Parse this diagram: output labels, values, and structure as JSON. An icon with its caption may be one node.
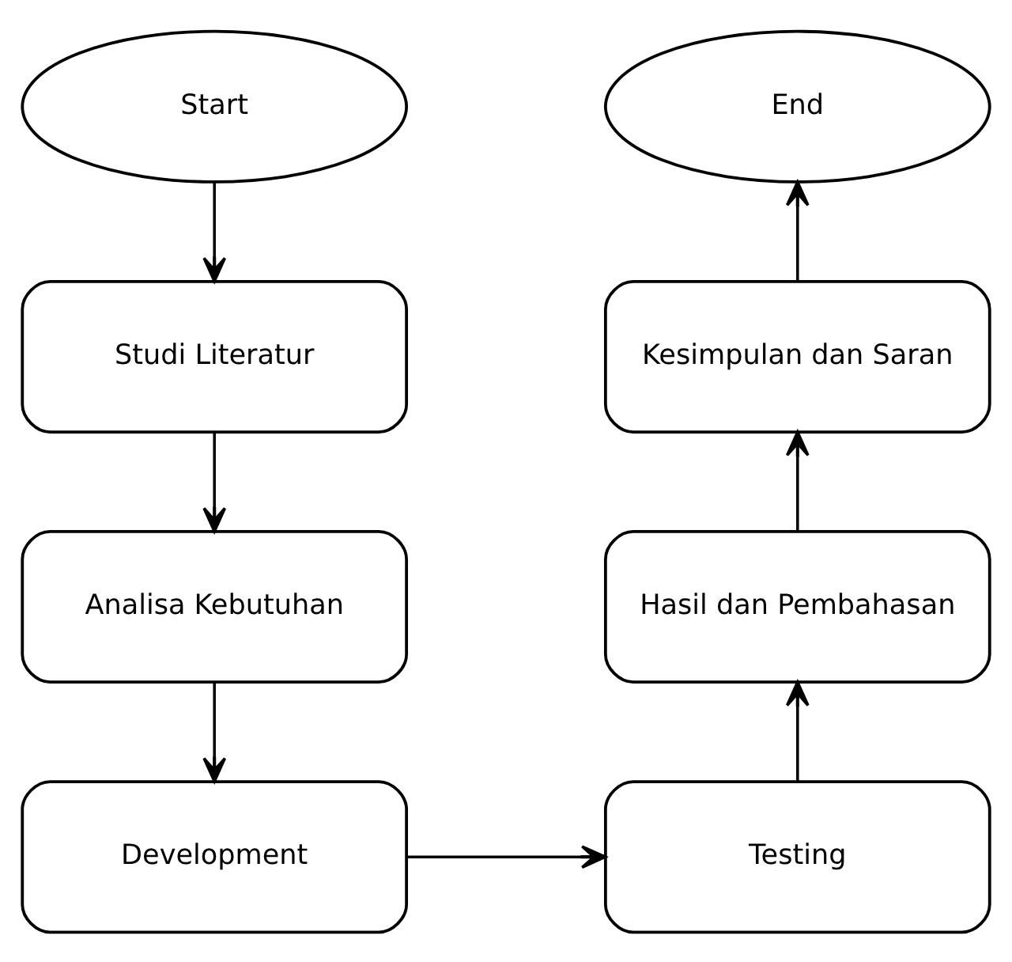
{
  "diagram": {
    "nodes": [
      {
        "text": [
          "Start"
        ]
      },
      {
        "text": [
          "Studi Literatur"
        ]
      },
      {
        "text": [
          "Analisa Kebutuhan"
        ]
      },
      {
        "text": [
          "Development"
        ]
      },
      {
        "text": [
          "Testing"
        ]
      },
      {
        "text": [
          "Hasil dan Pembahasan"
        ]
      },
      {
        "text": [
          "Kesimpulan dan Saran"
        ]
      },
      {
        "text": [
          "End"
        ]
      }
    ],
    "edges": [
      {
        "from": 0,
        "to": 1,
        "arrow": "to"
      },
      {
        "from": 1,
        "to": 2,
        "arrow": "to"
      },
      {
        "from": 2,
        "to": 3,
        "arrow": "to"
      },
      {
        "from": 3,
        "to": 4,
        "arrow": "to"
      },
      {
        "from": 4,
        "to": 5,
        "arrow": "to"
      },
      {
        "from": 5,
        "to": 6,
        "arrow": "to"
      },
      {
        "from": 6,
        "to": 7,
        "arrow": "to"
      }
    ]
  }
}
